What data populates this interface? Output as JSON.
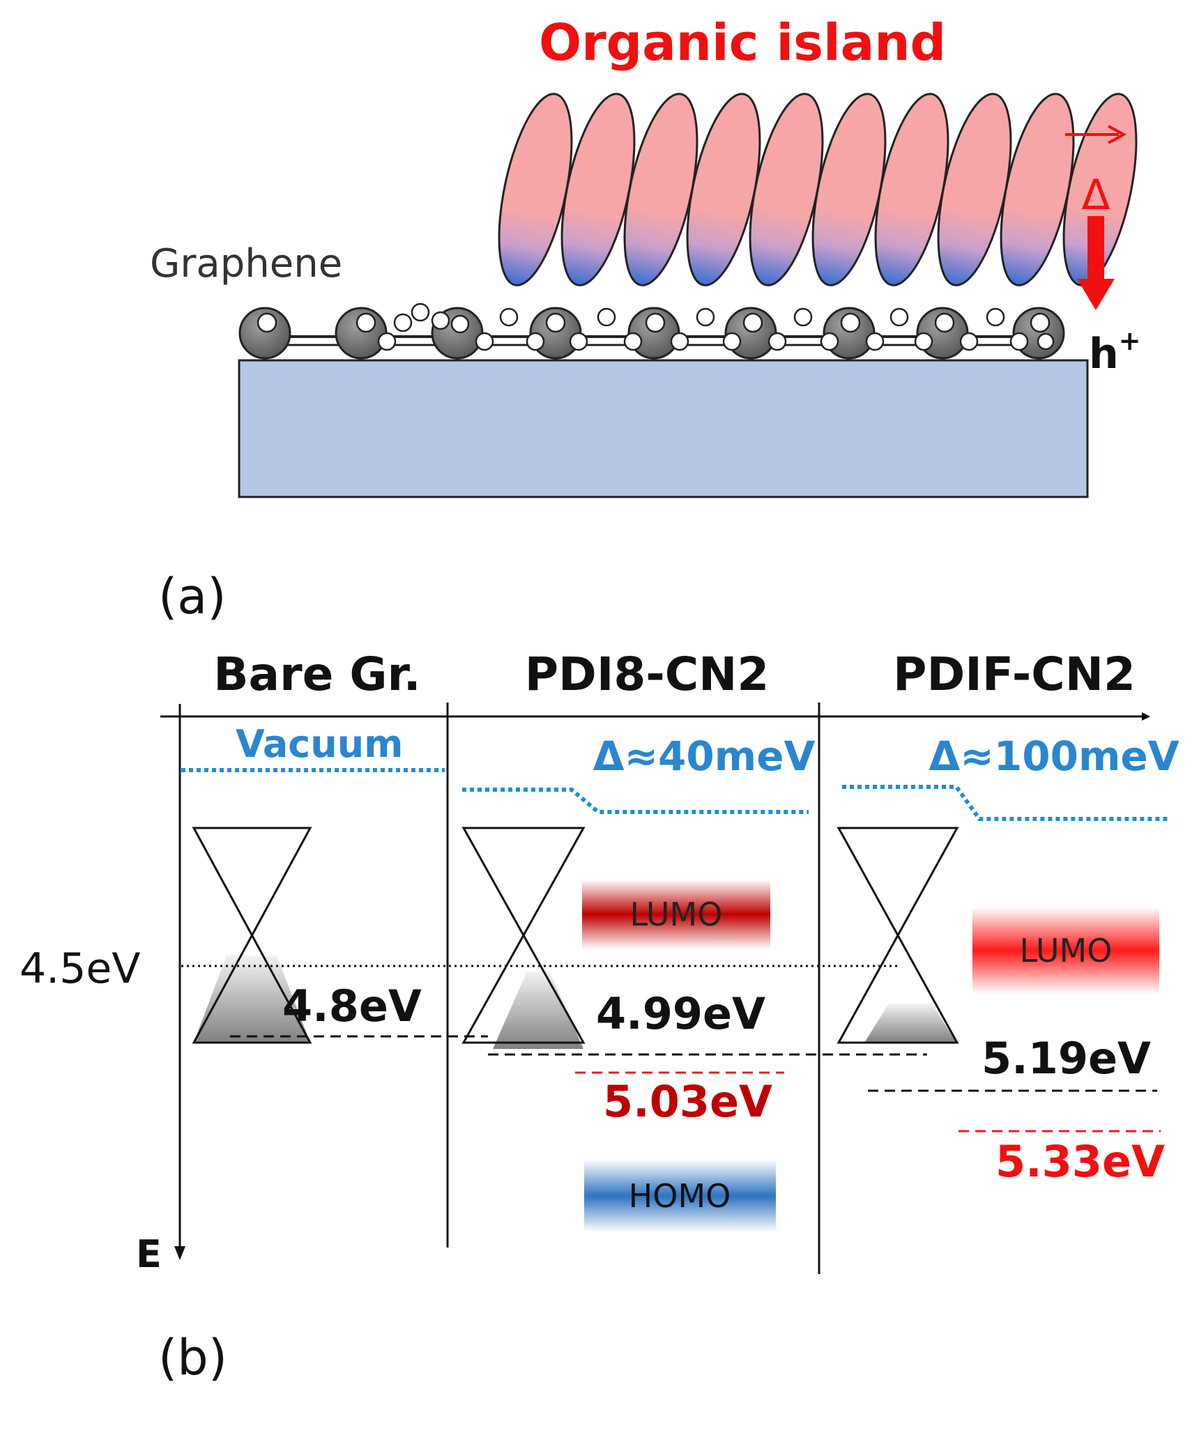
{
  "panel_a": {
    "title": "Organic island",
    "graphene_label": "Graphene",
    "delta_symbol": "Δ",
    "hole_label": "h",
    "hole_sup": "+",
    "caption": "(a)",
    "molecule_count": 10
  },
  "panel_b": {
    "caption": "(b)",
    "energy_axis": "E",
    "reference_level": "4.5eV",
    "columns": [
      {
        "label": "Bare Gr.",
        "vacuum": "Vacuum",
        "fermi": "4.8eV"
      },
      {
        "label": "PDI8-CN2",
        "delta": "Δ≈40meV",
        "lumo": "LUMO",
        "homo": "HOMO",
        "fermi": "4.99eV",
        "molecular": "5.03eV"
      },
      {
        "label": "PDIF-CN2",
        "delta": "Δ≈100meV",
        "lumo": "LUMO",
        "fermi": "5.19eV",
        "molecular": "5.33eV"
      }
    ]
  },
  "colors": {
    "red": "#f01010",
    "dark_red": "#c00000",
    "blue_text": "#2a86cf",
    "vacuum_dots": "#1f8fd0",
    "substrate": "#b4c8e6",
    "molecule_pink": "#f6a6a6",
    "molecule_blue": "#3a6fd0"
  }
}
